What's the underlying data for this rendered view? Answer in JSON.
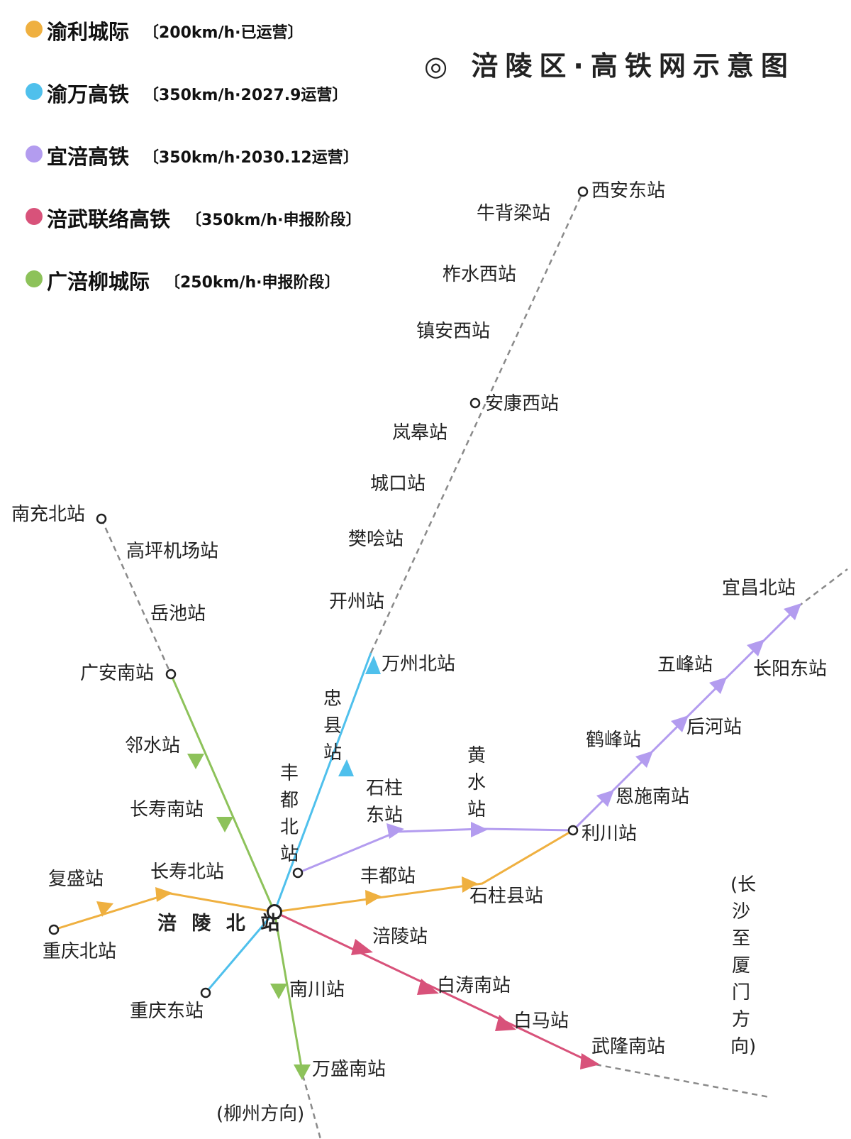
{
  "title": "◎ 涪陵区·高铁网示意图",
  "legend": [
    {
      "name": "渝利城际",
      "spec": "〔200km/h·已运营〕",
      "color": "#EFB040"
    },
    {
      "name": "渝万高铁",
      "spec": "〔350km/h·2027.9运营〕",
      "color": "#4FC0EC"
    },
    {
      "name": "宜涪高铁",
      "spec": "〔350km/h·2030.12运营〕",
      "color": "#B39CEF"
    },
    {
      "name": "涪武联络高铁",
      "spec": "〔350km/h·申报阶段〕",
      "color": "#D8527A"
    },
    {
      "name": "广涪柳城际",
      "spec": "〔250km/h·申报阶段〕",
      "color": "#8DC25A"
    }
  ],
  "stations": {
    "xian_east": "西安东站",
    "niubeiliang": "牛背梁站",
    "zhashui_west": "柞水西站",
    "zhenan_west": "镇安西站",
    "ankang_west": "安康西站",
    "langao": "岚皋站",
    "chengkou": "城口站",
    "fankuai": "樊哙站",
    "kaizhou": "开州站",
    "wanzhou_north": "万州北站",
    "zhongxian": "忠县站",
    "fengdu_north": "丰都北站",
    "nanchong_north": "南充北站",
    "gaoping_airport": "高坪机场站",
    "yuechi": "岳池站",
    "guangan_south": "广安南站",
    "linshui": "邻水站",
    "changshou_south": "长寿南站",
    "fusheng": "复盛站",
    "changshou_north": "长寿北站",
    "chongqing_north": "重庆北站",
    "fuling_north": "涪 陵 北 站",
    "chongqing_east": "重庆东站",
    "nanchuan": "南川站",
    "wansheng_south": "万盛南站",
    "liuzhou_dir": "(柳州方向)",
    "fengdu": "丰都站",
    "shizhu_county": "石柱县站",
    "shizhu_east": "石柱东站",
    "huangshui": "黄水站",
    "lichuan": "利川站",
    "enshi_south": "恩施南站",
    "hefeng": "鹤峰站",
    "houhe": "后河站",
    "wufeng": "五峰站",
    "changyang_east": "长阳东站",
    "yichang_north": "宜昌北站",
    "fuling": "涪陵站",
    "baitao_south": "白涛南站",
    "baima": "白马站",
    "wulong_south": "武隆南站",
    "changsha_dir": "(长沙至厦门方向)"
  }
}
